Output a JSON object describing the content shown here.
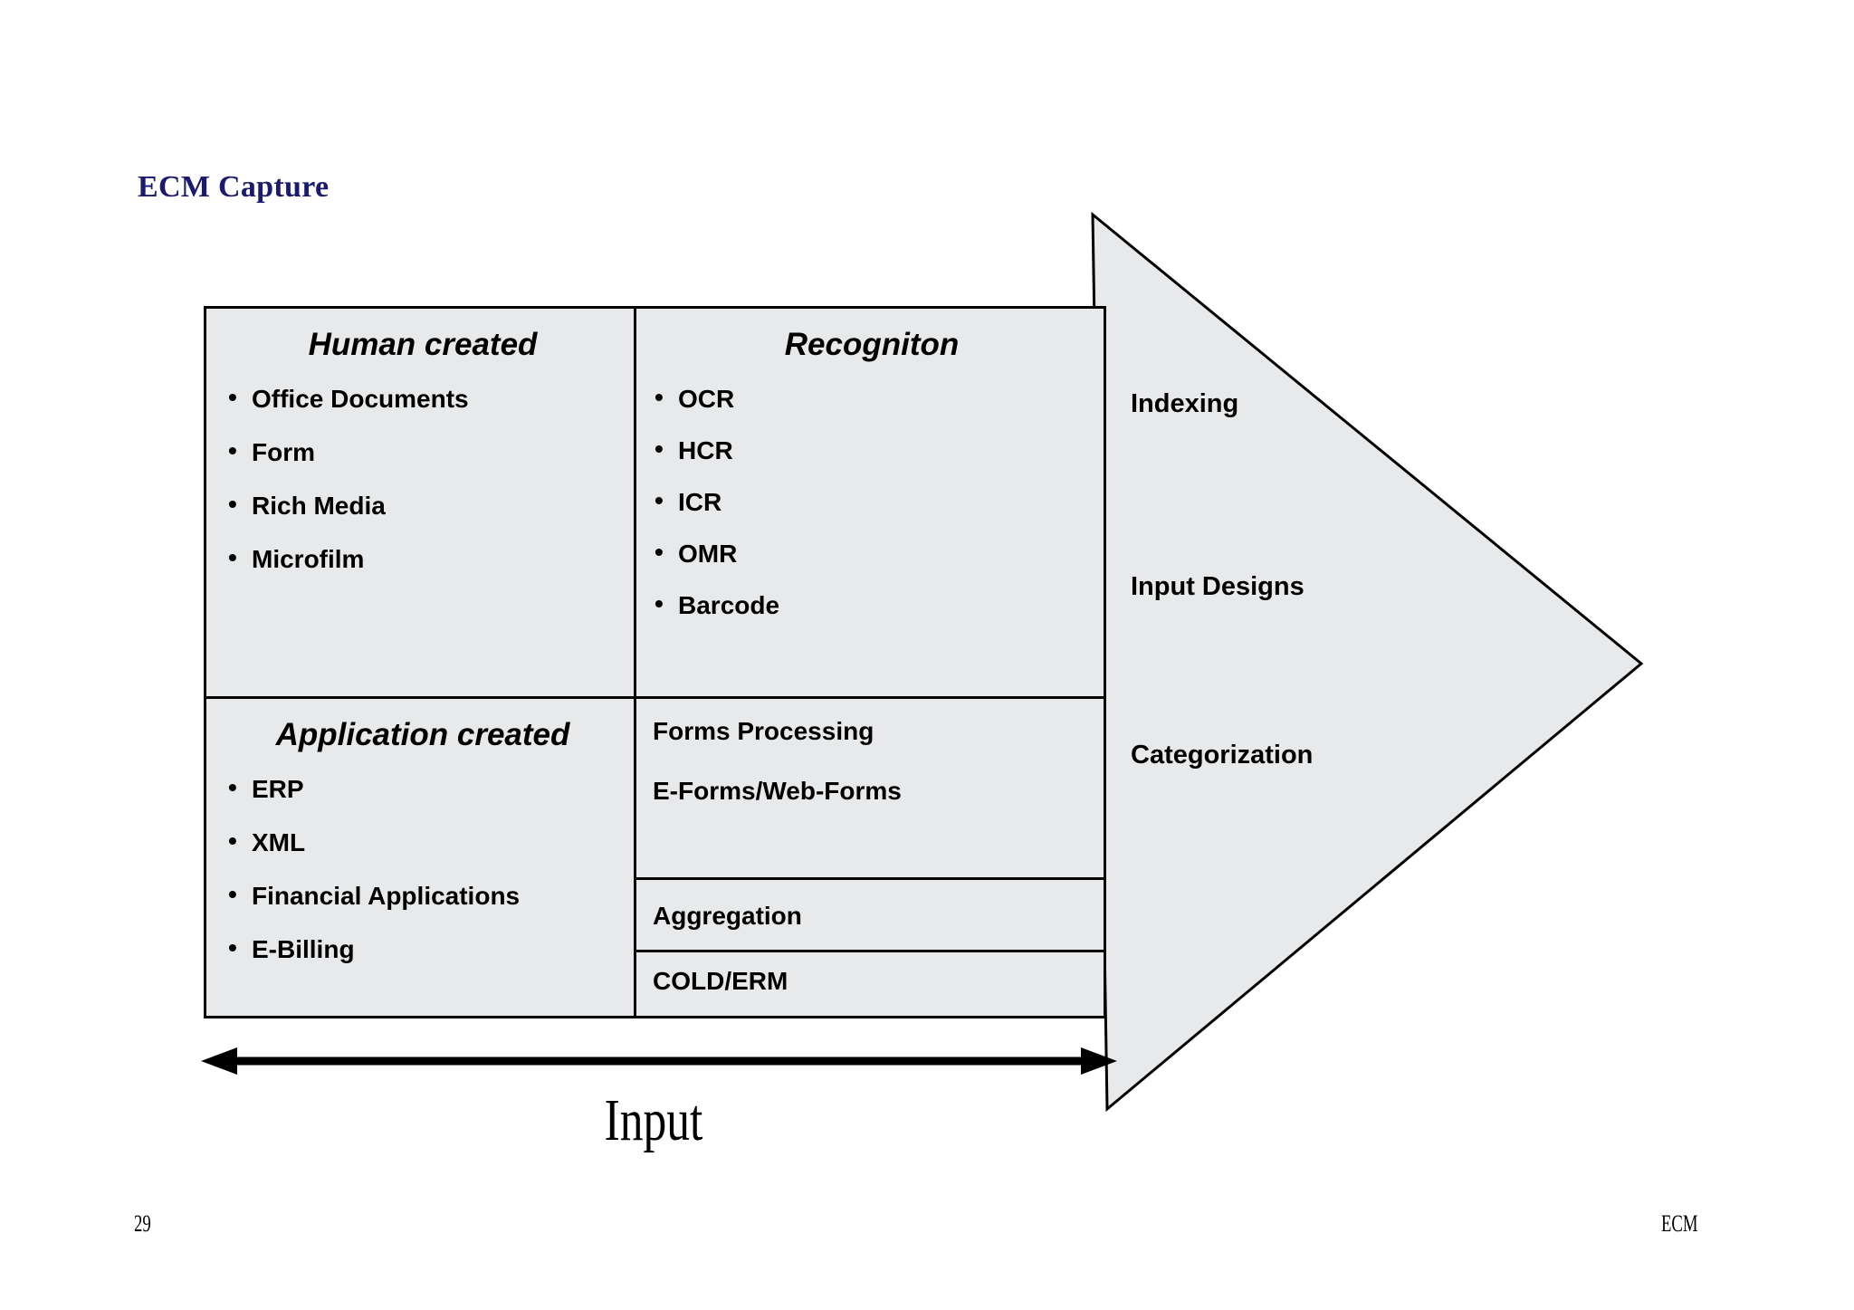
{
  "slide": {
    "title": "ECM Capture",
    "title_color": "#1a1a6e",
    "background": "#ffffff",
    "cell_fill": "#e8e9ea",
    "border_color": "#000000"
  },
  "table": {
    "quadrants": {
      "human_created": {
        "heading": "Human created",
        "items": [
          "Office Documents",
          "Form",
          "Rich Media",
          "Microfilm"
        ],
        "bullet": "•"
      },
      "recognition": {
        "heading": "Recogniton",
        "items": [
          "OCR",
          "HCR",
          "ICR",
          "OMR",
          "Barcode"
        ],
        "bullet": "•"
      },
      "application_created": {
        "heading": "Application created",
        "items": [
          "ERP",
          "XML",
          "Financial Applications",
          "E-Billing"
        ],
        "bullet": "•"
      },
      "processing": {
        "cells": [
          {
            "lines": [
              "Forms Processing",
              "E-Forms/Web-Forms"
            ]
          },
          {
            "lines": [
              "Aggregation"
            ]
          },
          {
            "lines": [
              "COLD/ERM"
            ]
          }
        ]
      }
    }
  },
  "arrow": {
    "stages": [
      "Indexing",
      "Input Designs",
      "Categorization"
    ],
    "fill": "#e8e9ea",
    "stroke": "#000000"
  },
  "input_axis": {
    "caption": "Input",
    "direction": "double-headed"
  },
  "footer": {
    "page_number": "29",
    "deck_name": "ECM"
  }
}
